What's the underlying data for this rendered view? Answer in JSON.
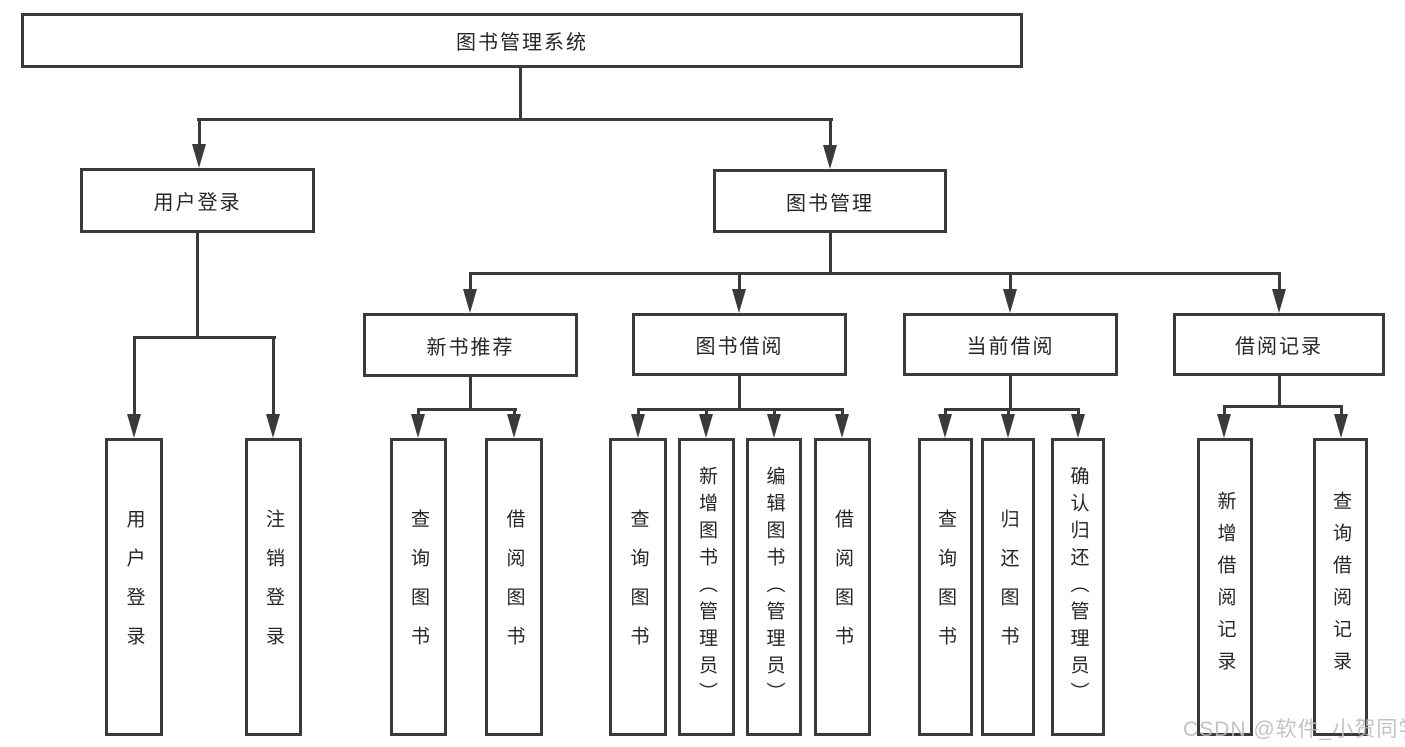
{
  "diagram": {
    "type": "function-structure-tree",
    "colors": {
      "background": "#ffffff",
      "line": "#3a3a3a",
      "box_border": "#3a3a3a",
      "text": "#262626",
      "watermark": "#bdbdbd"
    }
  },
  "tree": {
    "label": "图书管理系统",
    "children": [
      {
        "label": "用户登录",
        "children": [
          {
            "label": "用户登录"
          },
          {
            "label": "注销登录"
          }
        ]
      },
      {
        "label": "图书管理",
        "children": [
          {
            "label": "新书推荐",
            "children": [
              {
                "label": "查询图书"
              },
              {
                "label": "借阅图书"
              }
            ]
          },
          {
            "label": "图书借阅",
            "children": [
              {
                "label": "查询图书"
              },
              {
                "label": "新增图书（管理员）"
              },
              {
                "label": "编辑图书（管理员）"
              },
              {
                "label": "借阅图书"
              }
            ]
          },
          {
            "label": "当前借阅",
            "children": [
              {
                "label": "查询图书"
              },
              {
                "label": "归还图书"
              },
              {
                "label": "确认归还（管理员）"
              }
            ]
          },
          {
            "label": "借阅记录",
            "children": [
              {
                "label": "新增借阅记录"
              },
              {
                "label": "查询借阅记录"
              }
            ]
          }
        ]
      }
    ]
  },
  "watermark": {
    "text": "CSDN @软件_小贺同学"
  }
}
